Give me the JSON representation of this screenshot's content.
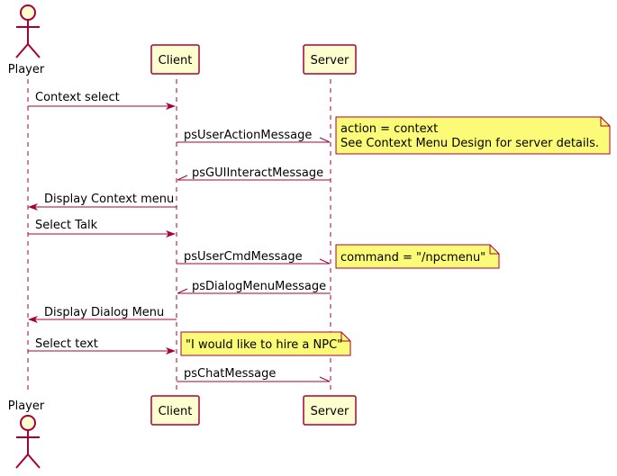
{
  "participants": {
    "player": {
      "label": "Player"
    },
    "client": {
      "label": "Client"
    },
    "server": {
      "label": "Server"
    }
  },
  "messages": [
    {
      "text": "Context select",
      "from": "player",
      "to": "client",
      "style": "solid"
    },
    {
      "text": "psUserActionMessage",
      "from": "client",
      "to": "server",
      "style": "async"
    },
    {
      "text": "psGUIInteractMessage",
      "from": "server",
      "to": "client",
      "style": "async"
    },
    {
      "text": "Display Context menu",
      "from": "client",
      "to": "player",
      "style": "solid"
    },
    {
      "text": "Select Talk",
      "from": "player",
      "to": "client",
      "style": "solid"
    },
    {
      "text": "psUserCmdMessage",
      "from": "client",
      "to": "server",
      "style": "async"
    },
    {
      "text": "psDialogMenuMessage",
      "from": "server",
      "to": "client",
      "style": "async"
    },
    {
      "text": "Display Dialog Menu",
      "from": "client",
      "to": "player",
      "style": "solid"
    },
    {
      "text": "Select text",
      "from": "player",
      "to": "client",
      "style": "solid"
    },
    {
      "text": "psChatMessage",
      "from": "client",
      "to": "server",
      "style": "async"
    }
  ],
  "notes": [
    {
      "lines": [
        "action = context",
        "See Context Menu Design for server details."
      ]
    },
    {
      "lines": [
        "command = \"/npcmenu\""
      ]
    },
    {
      "lines": [
        "\"I would like to hire a NPC\""
      ]
    }
  ],
  "colors": {
    "line": "#A80036",
    "actor_fill": "#FEFECE",
    "box_fill": "#FEFECE",
    "note_fill": "#FBFB77",
    "note_border": "#A80036",
    "lifeline": "#A80036"
  }
}
